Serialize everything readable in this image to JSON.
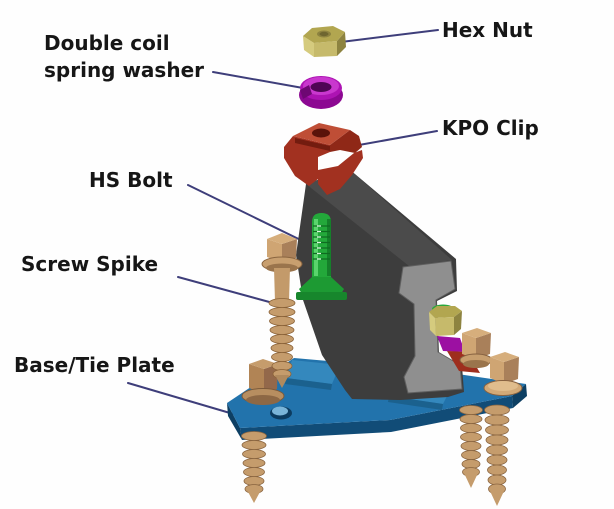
{
  "background": "#fefefe",
  "text_color": "#161616",
  "leader_color": "#3e3e7a",
  "labels": {
    "spring_washer_line1": "Double coil",
    "spring_washer_line2": "spring washer",
    "hex_nut": "Hex Nut",
    "kpo_clip": "KPO Clip",
    "hs_bolt": "HS Bolt",
    "screw_spike": "Screw Spike",
    "base_plate": "Base/Tie Plate"
  },
  "parts": {
    "hex_nut": {
      "color": "#b2a650",
      "light": "#d5cb7e",
      "dark": "#8d8340"
    },
    "spring_washer": {
      "color": "#ad13b3",
      "light": "#c937ce",
      "dark": "#6e0773"
    },
    "kpo_clip": {
      "color": "#a23120",
      "light": "#bf4e36",
      "dark": "#731c0f"
    },
    "hs_bolt": {
      "color": "#23a83a",
      "light": "#5ad46c",
      "dark": "#15802a"
    },
    "screw_spike": {
      "color": "#c59c6c",
      "light": "#d6ae7c",
      "dark": "#8a6540"
    },
    "base_plate": {
      "color": "#2273ac",
      "light": "#3488bd",
      "dark": "#114c77"
    },
    "rail": {
      "color": "#3d3d3d",
      "face": "#8f8f8f",
      "top": "#4b4b4b"
    }
  }
}
